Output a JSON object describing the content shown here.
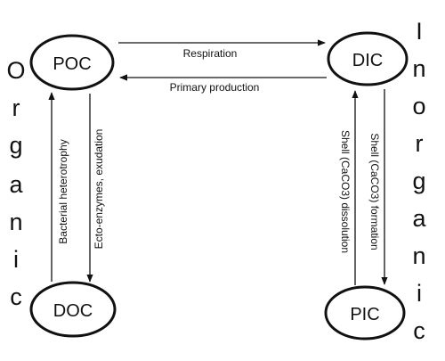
{
  "nodes": {
    "poc": "POC",
    "dic": "DIC",
    "doc": "DOC",
    "pic": "PIC"
  },
  "arrows": {
    "respiration": "Respiration",
    "primary_production": "Primary production",
    "bacterial_heterotrophy": "Bacterial heterotrophy",
    "ecto_enzymes": "Ecto-enzymes, exudation",
    "shell_dissolution": "Shell (CaCO3) dissolution",
    "shell_formation": "Shell (CaCO3) formation"
  },
  "side_labels": {
    "left": [
      "O",
      "r",
      "g",
      "a",
      "n",
      "i",
      "c"
    ],
    "right": [
      "I",
      "n",
      "o",
      "r",
      "g",
      "a",
      "n",
      "i",
      "c"
    ]
  }
}
